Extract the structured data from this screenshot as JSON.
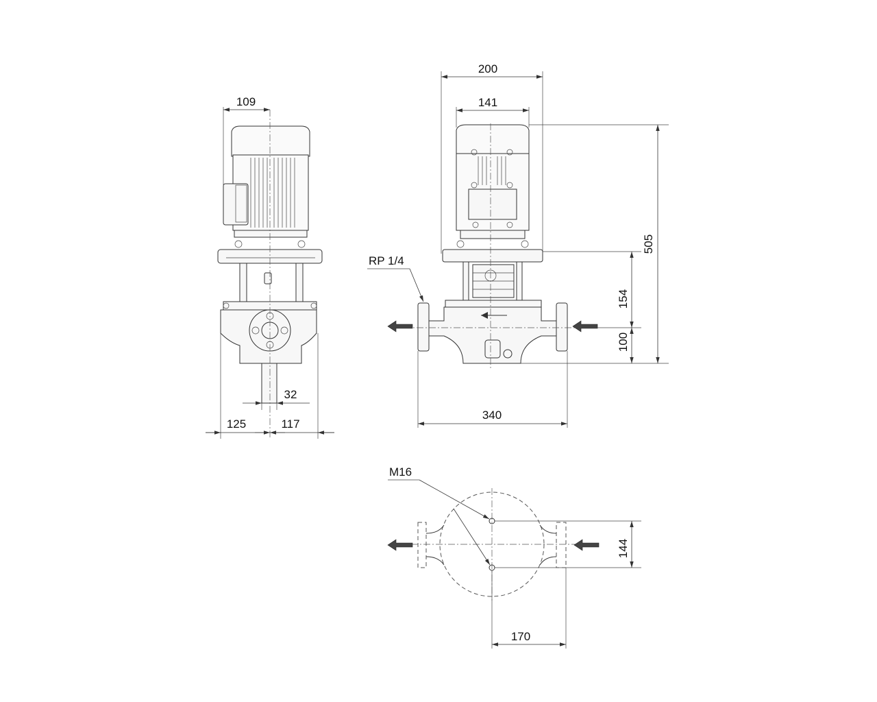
{
  "drawing": {
    "dimensions": {
      "side_motor_width": "109",
      "side_pipe_dia": "32",
      "side_left_width": "125",
      "side_right_width": "117",
      "front_total_width": "200",
      "front_motor_width": "141",
      "front_total_height": "505",
      "front_upper_height": "154",
      "front_base_height": "100",
      "front_port_to_port": "340",
      "top_bolt_spacing_vertical": "144",
      "top_bolt_spacing_horizontal": "170"
    },
    "labels": {
      "vent_plug": "RP 1/4",
      "bolt_thread": "M16"
    },
    "colors": {
      "line": "#333333",
      "text": "#111111",
      "background": "#ffffff"
    }
  }
}
